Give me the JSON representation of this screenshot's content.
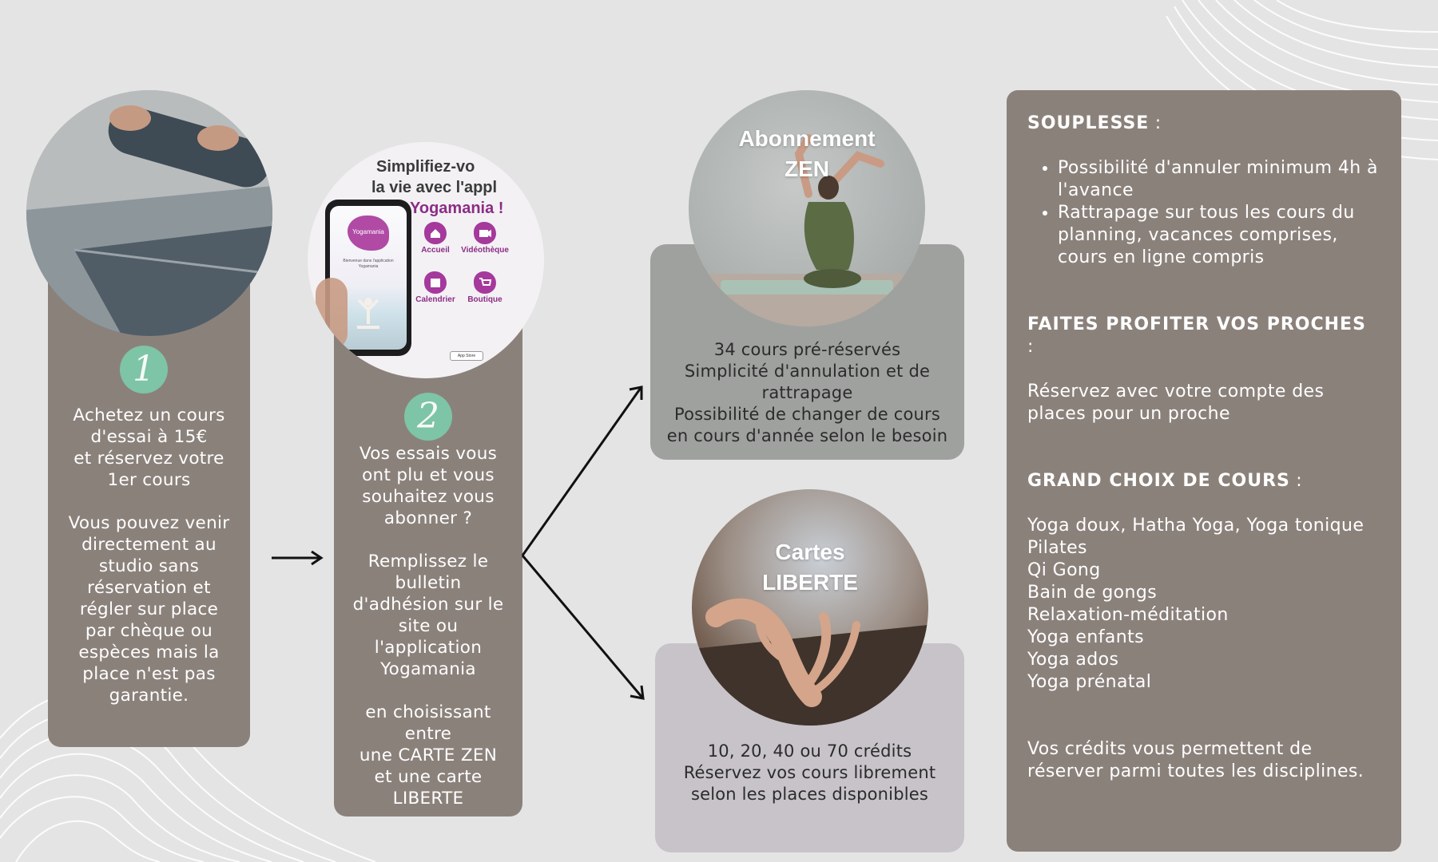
{
  "step1": {
    "number": "1",
    "text": "Achetez un cours\nd'essai à 15€\net réservez votre\n1er cours\n\nVous pouvez venir\ndirectement au\nstudio sans\nréservation et\nrégler sur place\npar chèque ou\nespèces mais la\nplace n'est pas\ngarantie."
  },
  "step2": {
    "number": "2",
    "text": "Vos essais vous\nont plu et vous\nsouhaitez vous\nabonner ?\n\nRemplissez le\nbulletin\nd'adhésion sur le\nsite ou\nl'application\nYogamania\n\nen choisissant\nentre\nune CARTE ZEN\net une carte\nLIBERTE",
    "app_promo": {
      "headline_line1": "Simplifiez-vo",
      "headline_line2": "la vie avec l'appl",
      "brand": "Yogamania !",
      "phone_logo": "Yogamania",
      "phone_welcome": "Bienvenue dans l'application Yogamania",
      "tiles": [
        "Accueil",
        "Vidéothèque",
        "Calendrier",
        "Boutique"
      ],
      "store_badge": "App Store"
    }
  },
  "zen": {
    "title": "Abonnement\nZEN",
    "text": "34 cours pré-réservés\nSimplicité d'annulation et de\nrattrapage\nPossibilité de changer de cours\nen cours d'année selon le besoin"
  },
  "liberte": {
    "title": "Cartes\nLIBERTE",
    "text": "10, 20, 40 ou 70 crédits\nRéservez vos cours librement\nselon les places disponibles"
  },
  "panel": {
    "souplesse_title": "SOUPLESSE",
    "souplesse_colon": " :",
    "souplesse_items": [
      "Possibilité d'annuler minimum 4h à l'avance",
      "Rattrapage sur tous les cours du planning, vacances comprises, cours en ligne compris"
    ],
    "proches_title": "FAITES PROFITER VOS PROCHES",
    "proches_colon": ":",
    "proches_text": "Réservez avec votre compte des places pour un proche",
    "choix_title": "GRAND CHOIX DE COURS",
    "choix_colon": " :",
    "courses": [
      "Yoga doux, Hatha Yoga, Yoga tonique",
      "Pilates",
      "Qi Gong",
      "Bain de gongs",
      "Relaxation-méditation",
      "Yoga enfants",
      "Yoga ados",
      "Yoga prénatal"
    ],
    "credits_text": "Vos crédits vous permettent de réserver parmi toutes les disciplines."
  },
  "colors": {
    "card_taupe": "#8b817b",
    "card_grey": "#9fa19f",
    "card_lilac": "#c7c3c9",
    "badge_green": "#7ec4a6",
    "brand_purple": "#a5399c",
    "background": "#e4e4e4"
  }
}
